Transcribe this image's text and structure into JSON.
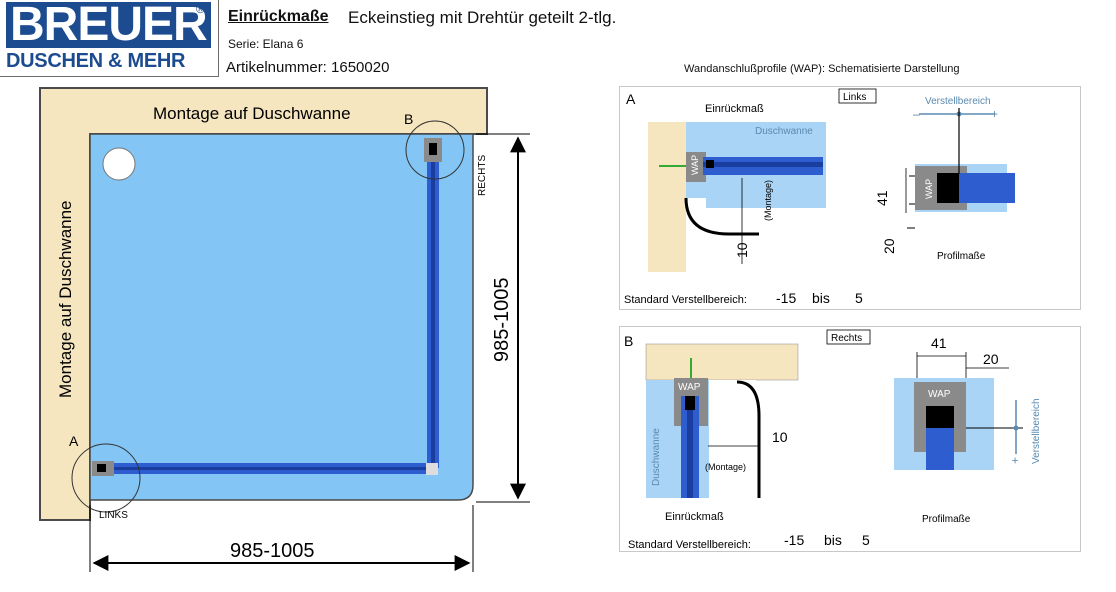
{
  "header": {
    "logo_main": "BREUER",
    "logo_reg": "®",
    "logo_sub": "DUSCHEN & MEHR",
    "title_bold": "Einrückmaße",
    "title": "Eckeinstieg mit Drehtür geteilt 2-tlg.",
    "serie": "Serie:  Elana 6",
    "artikel": "Artikelnummer:  1650020"
  },
  "wap_title": "Wandanschlußprofile (WAP): Schematisierte Darstellung",
  "plan": {
    "montage_top": "Montage auf Duschwanne",
    "montage_left": "Montage auf Duschwanne",
    "label_a": "A",
    "label_b": "B",
    "links": "LINKS",
    "rechts": "RECHTS",
    "dim_width": "985-1005",
    "dim_height": "985-1005"
  },
  "panel_a": {
    "letter": "A",
    "einrueck": "Einrückmaß",
    "side": "Links",
    "duschwanne": "Duschwanne",
    "wap": "WAP",
    "montage": "(Montage)",
    "dim_10": "10",
    "verstell": "Verstellbereich",
    "minus": "–",
    "plus": "+",
    "dim_41": "41",
    "dim_20": "20",
    "profilmasse": "Profilmaße",
    "standard_label": "Standard Verstellbereich:",
    "from": "-15",
    "bis": "bis",
    "to": "5"
  },
  "panel_b": {
    "letter": "B",
    "side": "Rechts",
    "wap": "WAP",
    "wap2": "WAP",
    "duschwanne": "Duschwanne",
    "dim_10": "10",
    "montage": "(Montage)",
    "einrueck": "Einrückmaß",
    "dim_41": "41",
    "dim_20": "20",
    "verstell": "Verstellbereich",
    "minus": "–",
    "plus": "+",
    "profilmasse": "Profilmaße",
    "standard_label": "Standard Verstellbereich:",
    "from": "-15",
    "bis": "bis",
    "to": "5"
  },
  "colors": {
    "tray": "#f5e6bf",
    "water": "#83c6f5",
    "glass": "#2d5dcf",
    "profile": "#8a8a8a",
    "logo": "#1d4b8f"
  }
}
